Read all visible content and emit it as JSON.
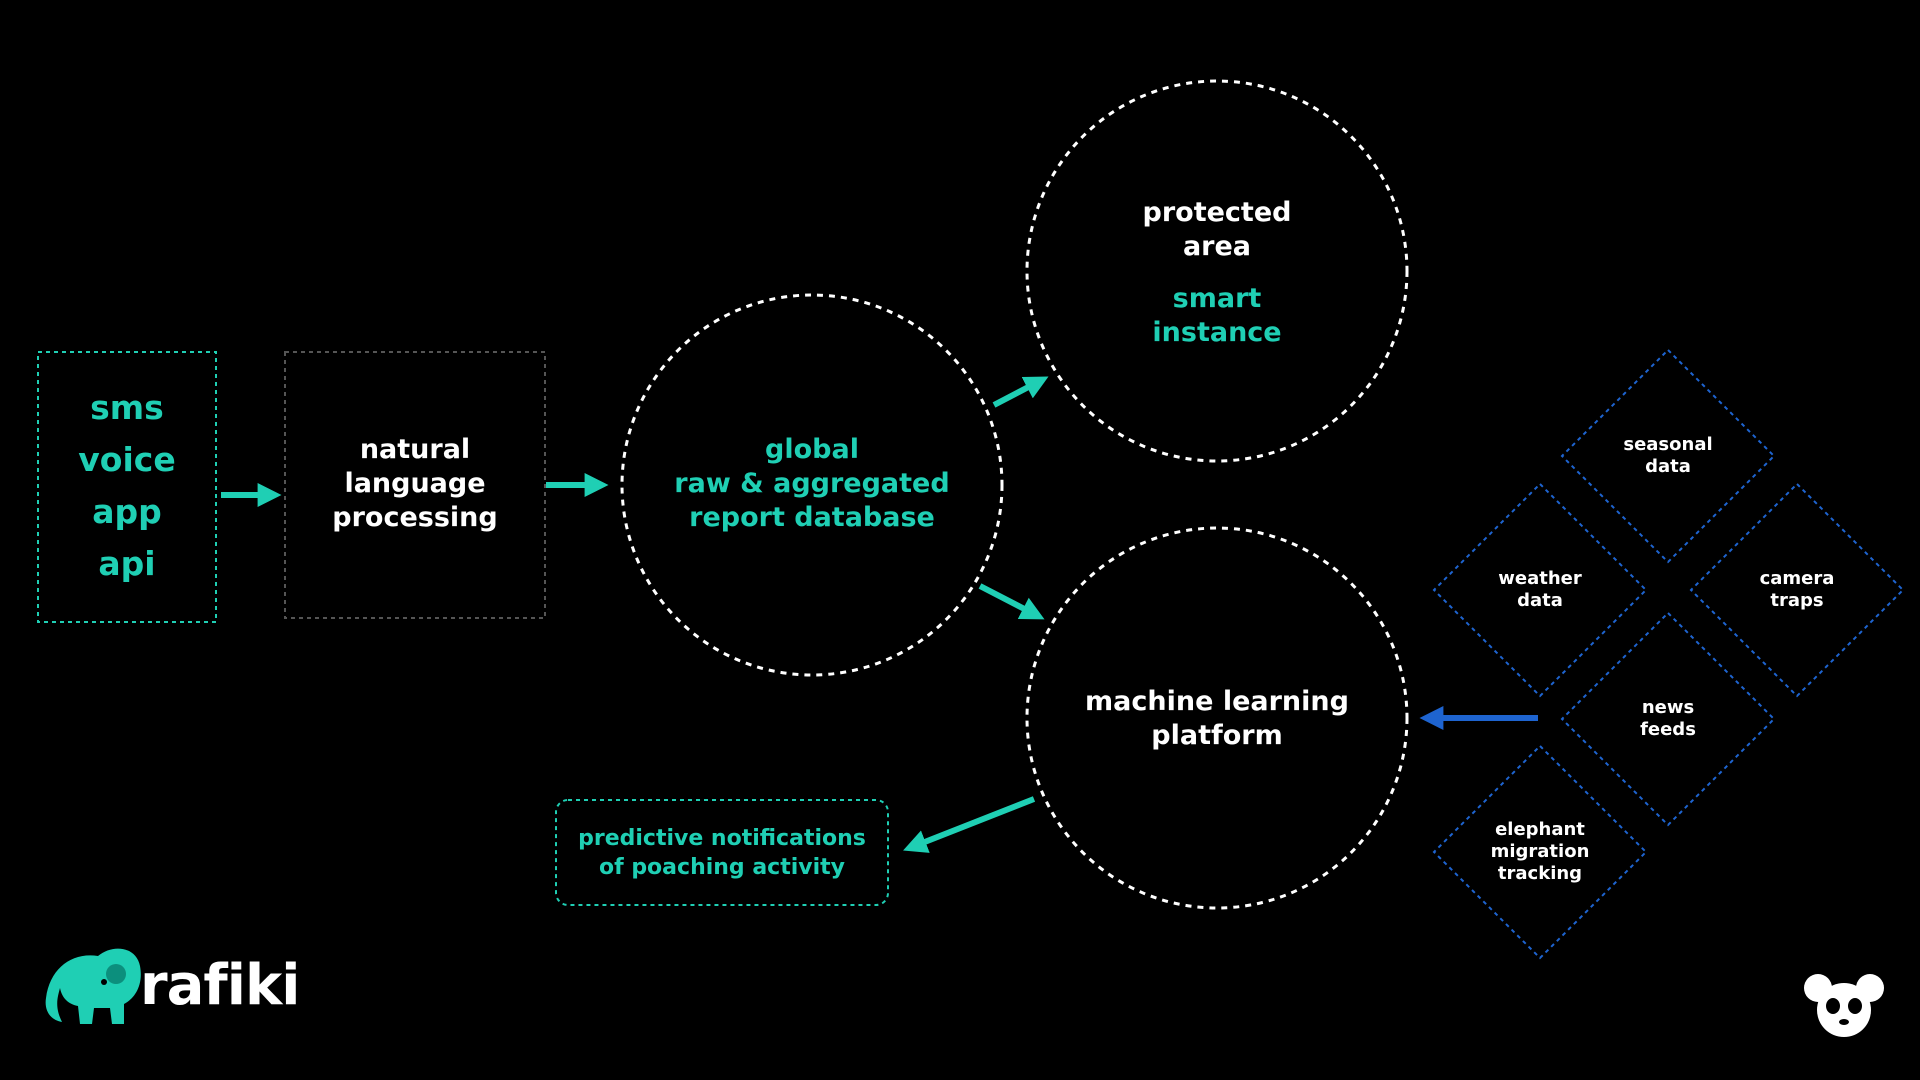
{
  "colors": {
    "background": "#000000",
    "teal": "#1fcfb4",
    "white": "#ffffff",
    "blue": "#1e64d0",
    "gray_dash": "#555555"
  },
  "inputs": {
    "items": [
      "sms",
      "voice",
      "app",
      "api"
    ]
  },
  "nlp": {
    "lines": [
      "natural",
      "language",
      "processing"
    ]
  },
  "database": {
    "lines": [
      "global",
      "raw & aggregated",
      "report database"
    ]
  },
  "protected_area": {
    "title_lines": [
      "protected",
      "area"
    ],
    "sub_lines": [
      "smart",
      "instance"
    ]
  },
  "ml_platform": {
    "lines": [
      "machine learning",
      "platform"
    ]
  },
  "notifications": {
    "lines": [
      "predictive notifications",
      "of poaching activity"
    ]
  },
  "data_sources": [
    {
      "lines": [
        "seasonal",
        "data"
      ]
    },
    {
      "lines": [
        "weather",
        "data"
      ]
    },
    {
      "lines": [
        "camera",
        "traps"
      ]
    },
    {
      "lines": [
        "news",
        "feeds"
      ]
    },
    {
      "lines": [
        "elephant",
        "migration",
        "tracking"
      ]
    }
  ],
  "brand": {
    "name": "rafiki",
    "logo_icon": "elephant-icon",
    "partner_icon": "panda-icon"
  }
}
